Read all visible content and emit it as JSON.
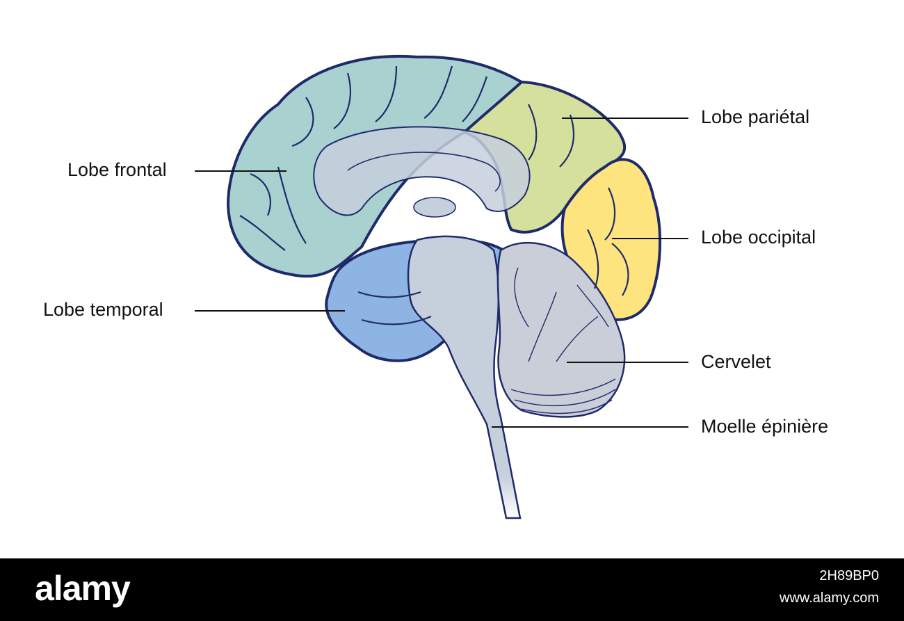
{
  "labels": {
    "frontal": "Lobe frontal",
    "temporal": "Lobe temporal",
    "parietal": "Lobe pariétal",
    "occipital": "Lobe occipital",
    "cerebellum": "Cervelet",
    "spinal_cord": "Moelle épinière"
  },
  "footer": {
    "brand": "alamy",
    "image_id": "2H89BP0",
    "site": "www.alamy.com"
  },
  "colors": {
    "frontal": "#a8d1cf",
    "temporal": "#8db4e3",
    "parietal": "#d4e09b",
    "occipital": "#fde47f",
    "cerebellum": "#c9ced8",
    "inner": "#c6cfdc",
    "outline": "#1f2a6b"
  }
}
